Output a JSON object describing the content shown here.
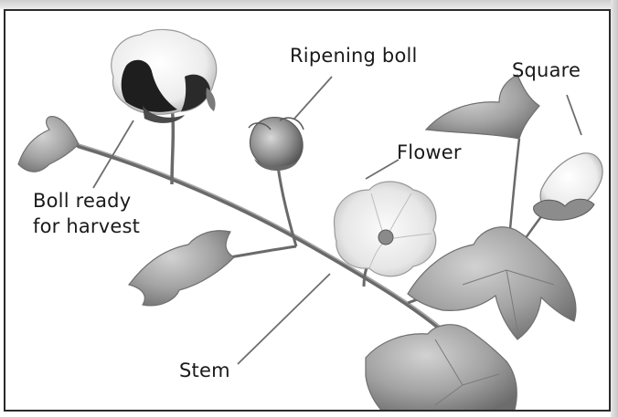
{
  "diagram": {
    "labels": {
      "ripening_boll": "Ripening boll",
      "square": "Square",
      "flower": "Flower",
      "boll_ready_line1": "Boll ready",
      "boll_ready_line2": "for harvest",
      "stem": "Stem"
    },
    "colors": {
      "leaf_fill": "#9c9c9c",
      "leaf_dark": "#6f6f6f",
      "stem": "#6a6a6a",
      "boll_dark": "#1e1e1e",
      "cotton": "#f2f2f2",
      "leader_line": "#6e6e6e",
      "frame_border": "#2a2a2a"
    }
  }
}
